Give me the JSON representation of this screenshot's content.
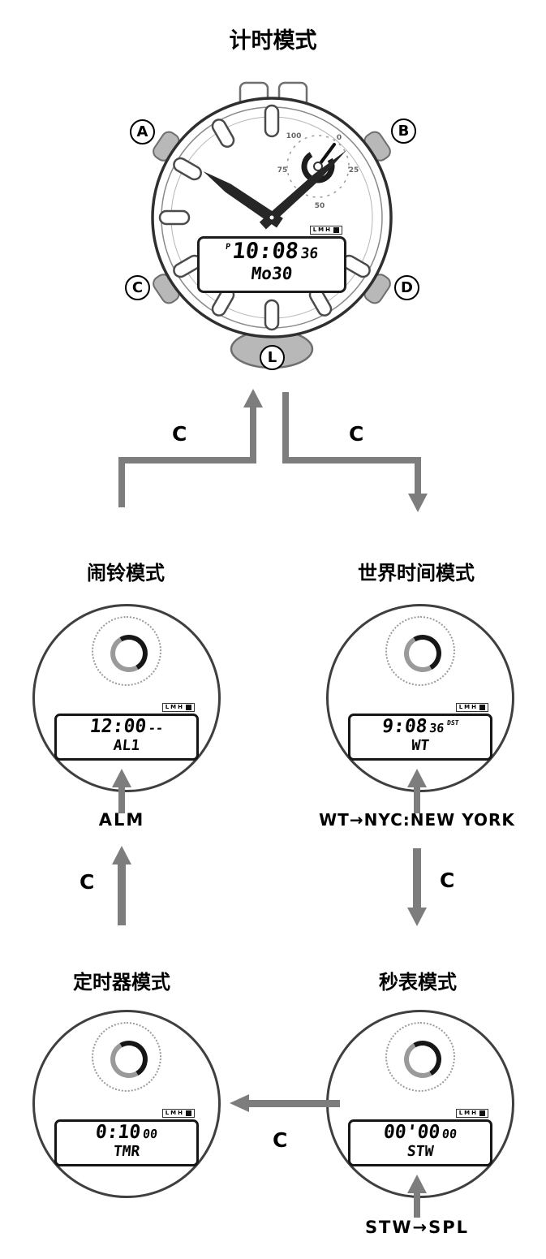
{
  "page": {
    "title": "计时模式"
  },
  "common": {
    "lmh": "LMH",
    "c": "C"
  },
  "buttons": {
    "a": "A",
    "b": "B",
    "c": "C",
    "d": "D",
    "l": "L"
  },
  "main_watch": {
    "subdial_labels": [
      "100",
      "0",
      "25",
      "50",
      "75"
    ],
    "lcd": {
      "p": "P",
      "time": "10:08",
      "seconds": "36",
      "date": "Mo30"
    }
  },
  "modes": {
    "alarm": {
      "title": "闹铃模式",
      "lcd_main": "12:00",
      "lcd_small": "--",
      "mode": "AL1",
      "pointer_label": "ALM"
    },
    "world": {
      "title": "世界时间模式",
      "lcd_main": "9:08",
      "lcd_small": "36",
      "tag": "DST",
      "mode": "WT",
      "pointer_label": "WT→NYC:NEW YORK"
    },
    "timer": {
      "title": "定时器模式",
      "lcd_main": "0:10",
      "lcd_small": "00",
      "mode": "TMR"
    },
    "stopwatch": {
      "title": "秒表模式",
      "lcd_main": "00'00",
      "lcd_small": "00",
      "mode": "STW",
      "pointer_label": "STW→SPL"
    }
  }
}
